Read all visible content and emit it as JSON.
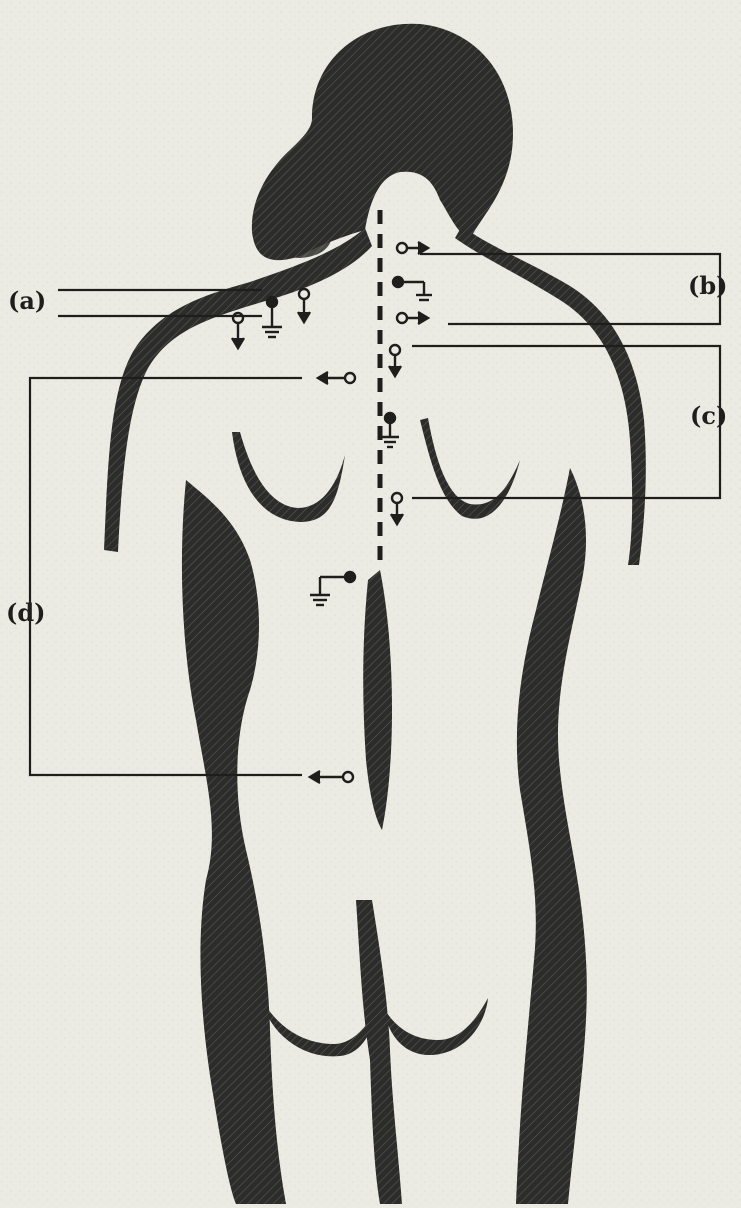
{
  "figure": {
    "labels": {
      "a": "(a)",
      "b": "(b)",
      "c": "(c)",
      "d": "(d)"
    },
    "colors": {
      "paper": "#ecebe3",
      "ink": "#1e1e1c",
      "shading": "#262624"
    },
    "symbols": [
      "electrode-arrow",
      "ground-electrode"
    ]
  }
}
